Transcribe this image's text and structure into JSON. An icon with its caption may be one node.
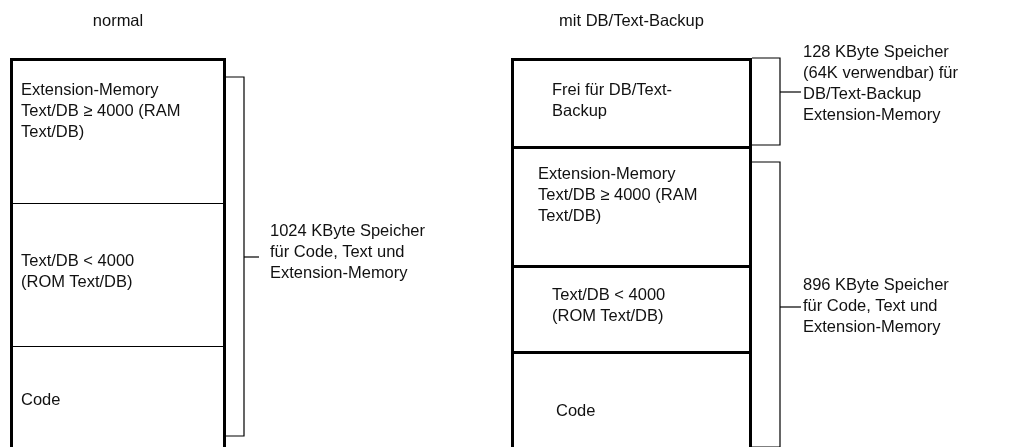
{
  "diagram": {
    "nodes": [
      {
        "text": [
          "normal"
        ]
      },
      {
        "text": [
          "Extension-Memory Text/DB ≥ 4000 (RAM Text/DB)"
        ],
        "in": 0
      },
      {
        "text": [
          "Text/DB < 4000 (ROM Text/DB)"
        ],
        "in": 0
      },
      {
        "text": [
          "Code"
        ],
        "in": 0
      },
      {
        "text": [
          "mit DB/Text-Backup"
        ]
      },
      {
        "text": [
          "Frei für DB/Text-Backup"
        ],
        "in": 4
      },
      {
        "text": [
          "Extension-Memory Text/DB ≥ 4000 (RAM Text/DB)"
        ],
        "in": 4
      },
      {
        "text": [
          "Text/DB < 4000 (ROM Text/DB)"
        ],
        "in": 4
      },
      {
        "text": [
          "Code"
        ],
        "in": 4
      }
    ],
    "edges": [],
    "labels": [
      "1024 KByte Speicher für Code, Text und Extension-Memory",
      "128 KByte Speicher (64K verwendbar) für DB/Text-Backup Extension-Memory",
      "896 KByte Speicher für Code, Text und Extension-Memory"
    ]
  }
}
